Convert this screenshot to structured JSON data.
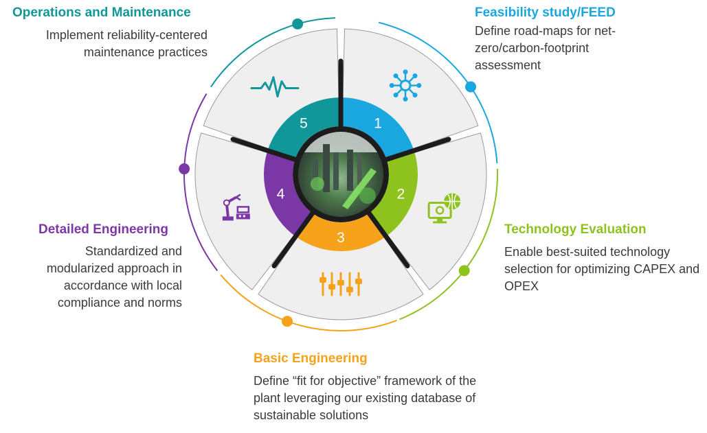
{
  "colors": {
    "stage1": "#1aa6df",
    "stage2": "#8dc21f",
    "stage3": "#f7a21b",
    "stage4": "#7b37a6",
    "stage5": "#11979a",
    "segment_fill": "#efefef",
    "hub": "#1c1c1c",
    "text": "#3a3a3a"
  },
  "stages": [
    {
      "number": "1",
      "title": "Feasibility study/FEED",
      "description": "Define road-maps for net-zero/carbon-footprint assessment",
      "icon": "network-hub-icon"
    },
    {
      "number": "2",
      "title": "Technology Evaluation",
      "description": "Enable best-suited technology selection for optimizing CAPEX and OPEX",
      "icon": "monitor-globe-gear-icon"
    },
    {
      "number": "3",
      "title": "Basic Engineering",
      "description": "Define “fit for objective” framework of the plant leveraging our existing database of sustainable solutions",
      "icon": "slider-controls-icon"
    },
    {
      "number": "4",
      "title": "Detailed Engineering",
      "description": "Standardized and modularized approach in accordance with local compliance and norms",
      "icon": "robotic-arm-icon"
    },
    {
      "number": "5",
      "title": "Operations and Maintenance",
      "description": "Implement reliability-centered maintenance practices",
      "icon": "pulse-wave-icon"
    }
  ]
}
